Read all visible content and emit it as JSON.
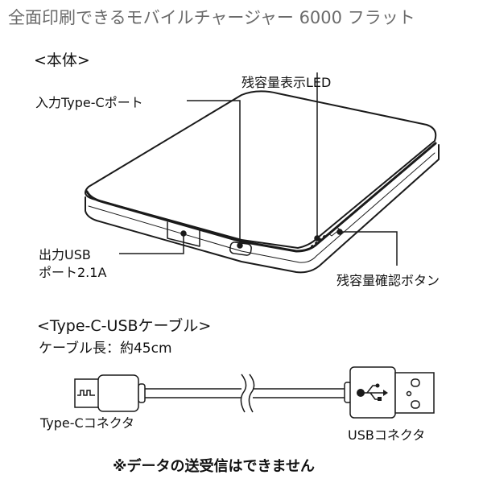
{
  "title": "全面印刷できるモバイルチャージャー 6000 フラット",
  "body_section": {
    "heading": "<本体>",
    "labels": {
      "input_port": "入力Type-Cポート",
      "led": "残容量表示LED",
      "output_port_line1": "出力USB",
      "output_port_line2": "ポート2.1A",
      "check_button": "残容量確認ボタン"
    }
  },
  "cable_section": {
    "heading": "<Type-C-USBケーブル>",
    "length": "ケーブル長：約45cm",
    "labels": {
      "type_c_connector": "Type-Cコネクタ",
      "usb_connector": "USBコネクタ"
    }
  },
  "note": "※データの送受信はできません",
  "colors": {
    "title_text": "#6b6b6b",
    "line": "#1a1a1a",
    "background": "#ffffff"
  }
}
